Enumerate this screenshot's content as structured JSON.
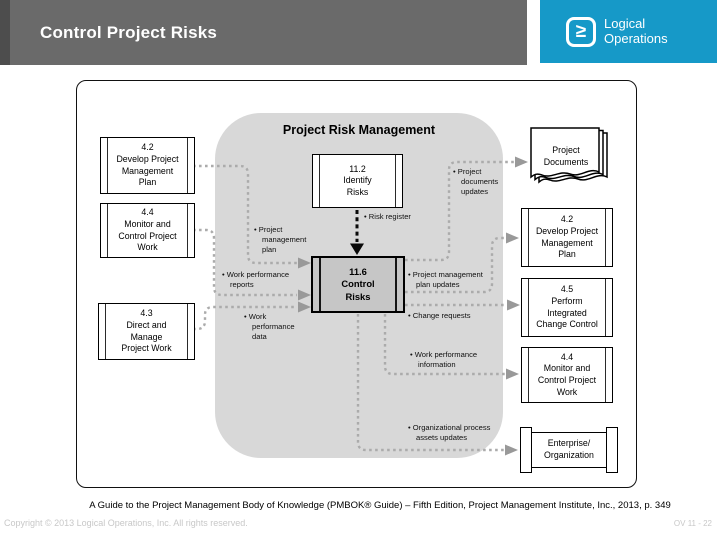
{
  "header": {
    "title": "Control Project Risks",
    "logo": {
      "glyph": "≥",
      "line1": "Logical",
      "line2": "Operations",
      "accent_color": "#1699C8"
    }
  },
  "diagram": {
    "title": "Project Risk Management",
    "boxes": {
      "identify_risks": "11.2\nIdentify\nRisks",
      "control_risks": "11.6\nControl\nRisks",
      "left_develop_pmp": "4.2\nDevelop Project\nManagement\nPlan",
      "left_monitor_control": "4.4\nMonitor and\nControl Project\nWork",
      "left_direct_manage": "4.3\nDirect and\nManage\nProject Work",
      "project_documents": "Project\nDocuments",
      "right_develop_pmp": "4.2\nDevelop Project\nManagement\nPlan",
      "right_perform_icc": "4.5\nPerform\nIntegrated\nChange Control",
      "right_monitor_control": "4.4\nMonitor and\nControl Project\nWork",
      "enterprise_organization": "Enterprise/\nOrganization"
    },
    "flow_labels": {
      "risk_register": "• Risk register",
      "project_management_plan": "• Project\nmanagement\nplan",
      "work_performance_reports": "• Work performance\nreports",
      "work_performance_data": "• Work\nperformance\ndata",
      "project_documents_updates": "• Project\ndocuments\nupdates",
      "project_management_plan_updates": "• Project management\nplan updates",
      "change_requests": "• Change requests",
      "work_performance_information": "• Work performance\ninformation",
      "organizational_process_assets_updates": "• Organizational process\nassets updates"
    }
  },
  "footer": {
    "citation": "A Guide to the Project Management Body of Knowledge (PMBOK® Guide) – Fifth Edition, Project Management Institute, Inc., 2013, p. 349",
    "copyright": "Copyright © 2013 Logical Operations, Inc. All rights reserved.",
    "slide_number": "OV 11 - 22"
  }
}
